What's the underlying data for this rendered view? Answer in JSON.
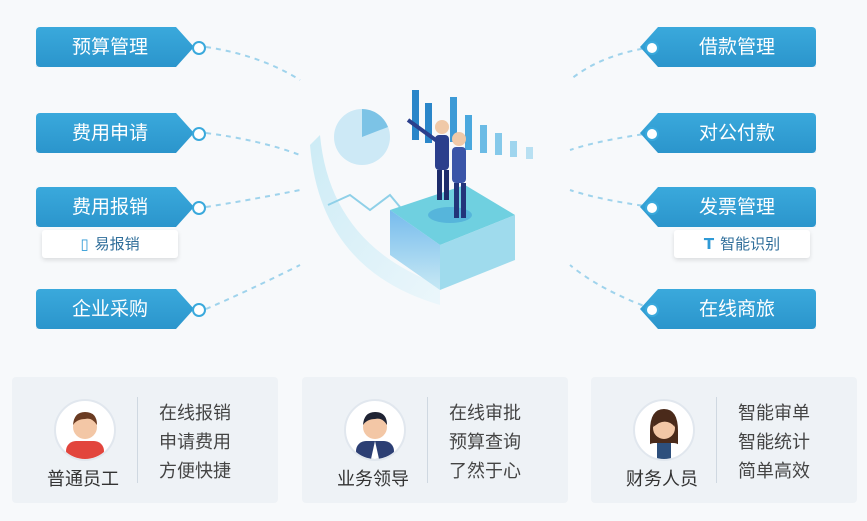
{
  "left_tags": [
    "预算管理",
    "费用申请",
    "费用报销",
    "企业采购"
  ],
  "right_tags": [
    "借款管理",
    "对公付款",
    "发票管理",
    "在线商旅"
  ],
  "left_sub": {
    "icon": "▯",
    "label": "易报销"
  },
  "right_sub": {
    "icon": "T",
    "label": "智能识别"
  },
  "cards": [
    {
      "role": "普通员工",
      "lines": [
        "在线报销",
        "申请费用",
        "方便快捷"
      ]
    },
    {
      "role": "业务领导",
      "lines": [
        "在线审批",
        "预算查询",
        "了然于心"
      ]
    },
    {
      "role": "财务人员",
      "lines": [
        "智能审单",
        "智能统计",
        "简单高效"
      ]
    }
  ],
  "colors": {
    "accent": "#3aa9dc",
    "card_bg": "#eef2f6"
  }
}
